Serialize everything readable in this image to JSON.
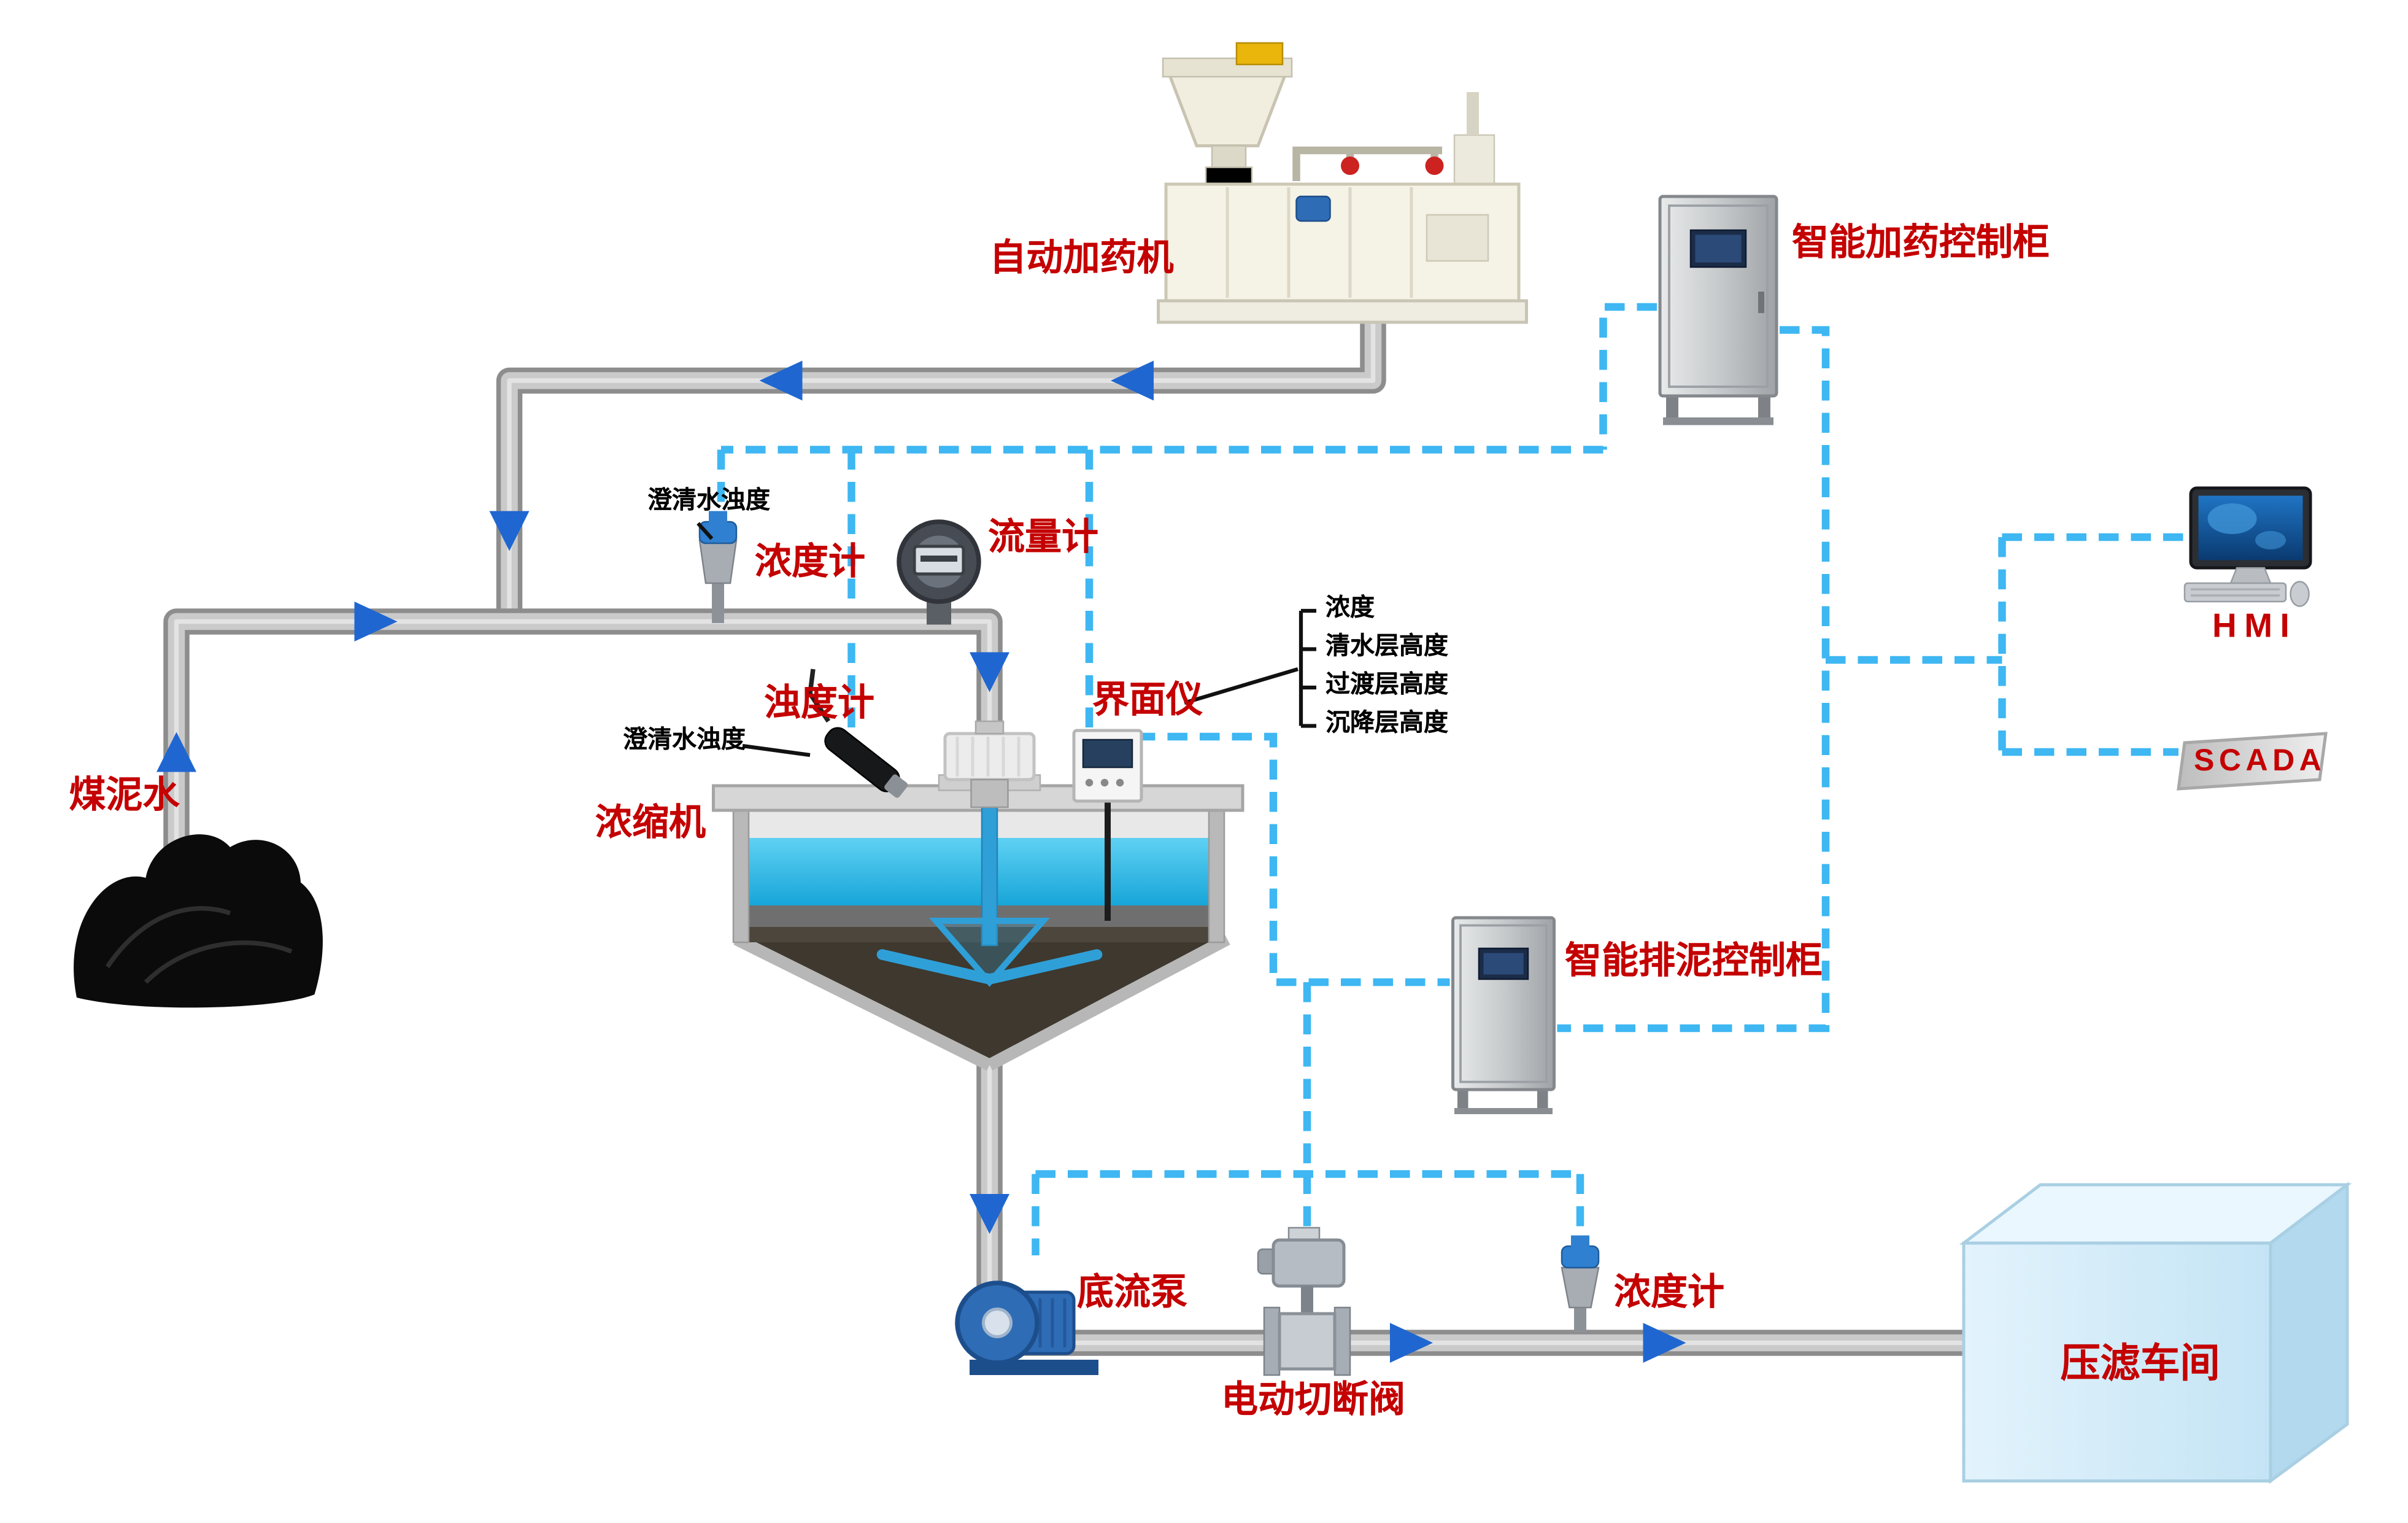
{
  "labels": {
    "coal_slurry": "煤泥水",
    "dosing_machine": "自动加药机",
    "dosing_cabinet": "智能加药控制柜",
    "sludge_cabinet": "智能排泥控制柜",
    "hmi": "HMI",
    "scada": "SCADA",
    "clarified_turbidity_top": "澄清水浊度",
    "clarified_turbidity_mid": "澄清水浊度",
    "density_meter_top": "浓度计",
    "flow_meter": "流量计",
    "turbidity_meter": "浊度计",
    "interface_meter": "界面仪",
    "interface_params": [
      "浓度",
      "清水层高度",
      "过渡层高度",
      "沉降层高度"
    ],
    "thickener": "浓缩机",
    "underflow_pump": "底流泵",
    "electric_cutoff_valve": "电动切断阀",
    "density_meter_bottom": "浓度计",
    "filter_press_shop": "压滤车间"
  },
  "colors": {
    "label_red": "#c40000",
    "signal_dashed_blue": "#3eb7f2",
    "flow_arrow_blue": "#1f66d1",
    "pipe_gray": "#cacaca",
    "water_cyan": "#2fb9ea",
    "filter_press_blue": "#d3ecfa"
  }
}
